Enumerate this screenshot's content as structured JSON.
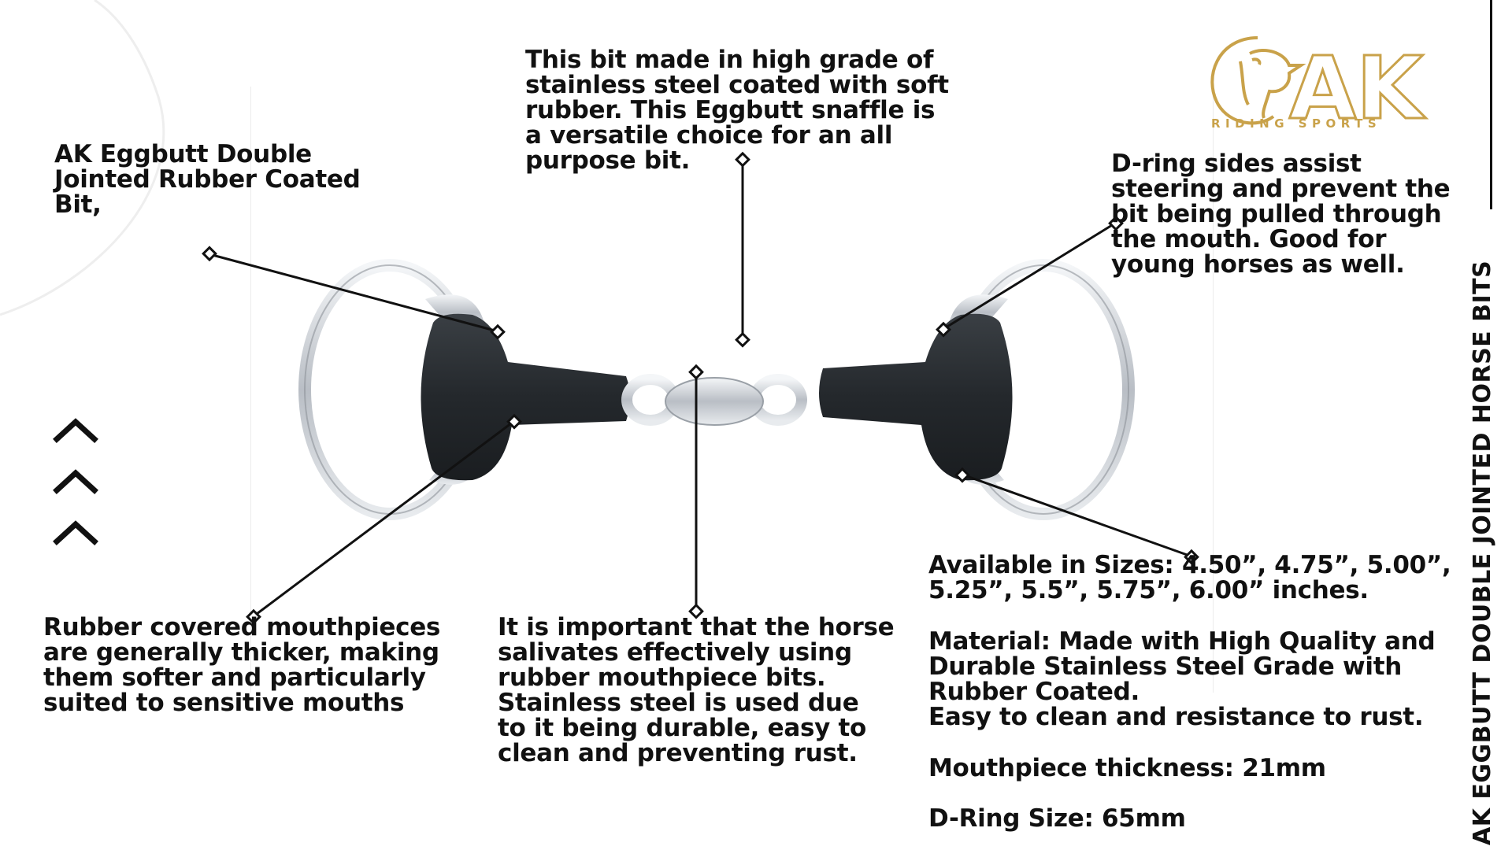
{
  "title_text": "AK Eggbutt Double\nJointed Rubber Coated\nBit,",
  "top_description": "This bit made in high grade of\nstainless steel coated with soft\nrubber. This Eggbutt snaffle is\na versatile choice for an all\npurpose bit.",
  "dring_text": "D-ring sides assist\nsteering and prevent the\nbit being pulled through\nthe mouth. Good for\nyoung horses as well.",
  "rubber_text": "Rubber covered mouthpieces\nare generally thicker, making\nthem softer and particularly\nsuited to sensitive mouths",
  "salivate_text": "It is important that the horse\nsalivates effectively using\nrubber mouthpiece bits.\nStainless steel is used due\nto it being durable, easy to\nclean and preventing rust.",
  "sizes_text": "Available in Sizes: 4.50”, 4.75”, 5.00”,\n5.25”, 5.5”, 5.75”, 6.00” inches.",
  "material_text": "Material: Made with High Quality and\nDurable Stainless Steel Grade with\nRubber Coated.\nEasy to clean and resistance to rust.",
  "thickness_text": "Mouthpiece thickness: 21mm",
  "ring_size_text": "D-Ring Size: 65mm",
  "vertical_title": "AK EGGBUTT DOUBLE JOINTED  HORSE BITS",
  "logo": {
    "letters": "AK",
    "tagline": "RIDING  SPORTS"
  },
  "chevron_count": 3,
  "colors": {
    "text": "#111111",
    "gold": "#c9a24a",
    "rubber": "#2b2f33",
    "steel": "#c8ccd2"
  }
}
